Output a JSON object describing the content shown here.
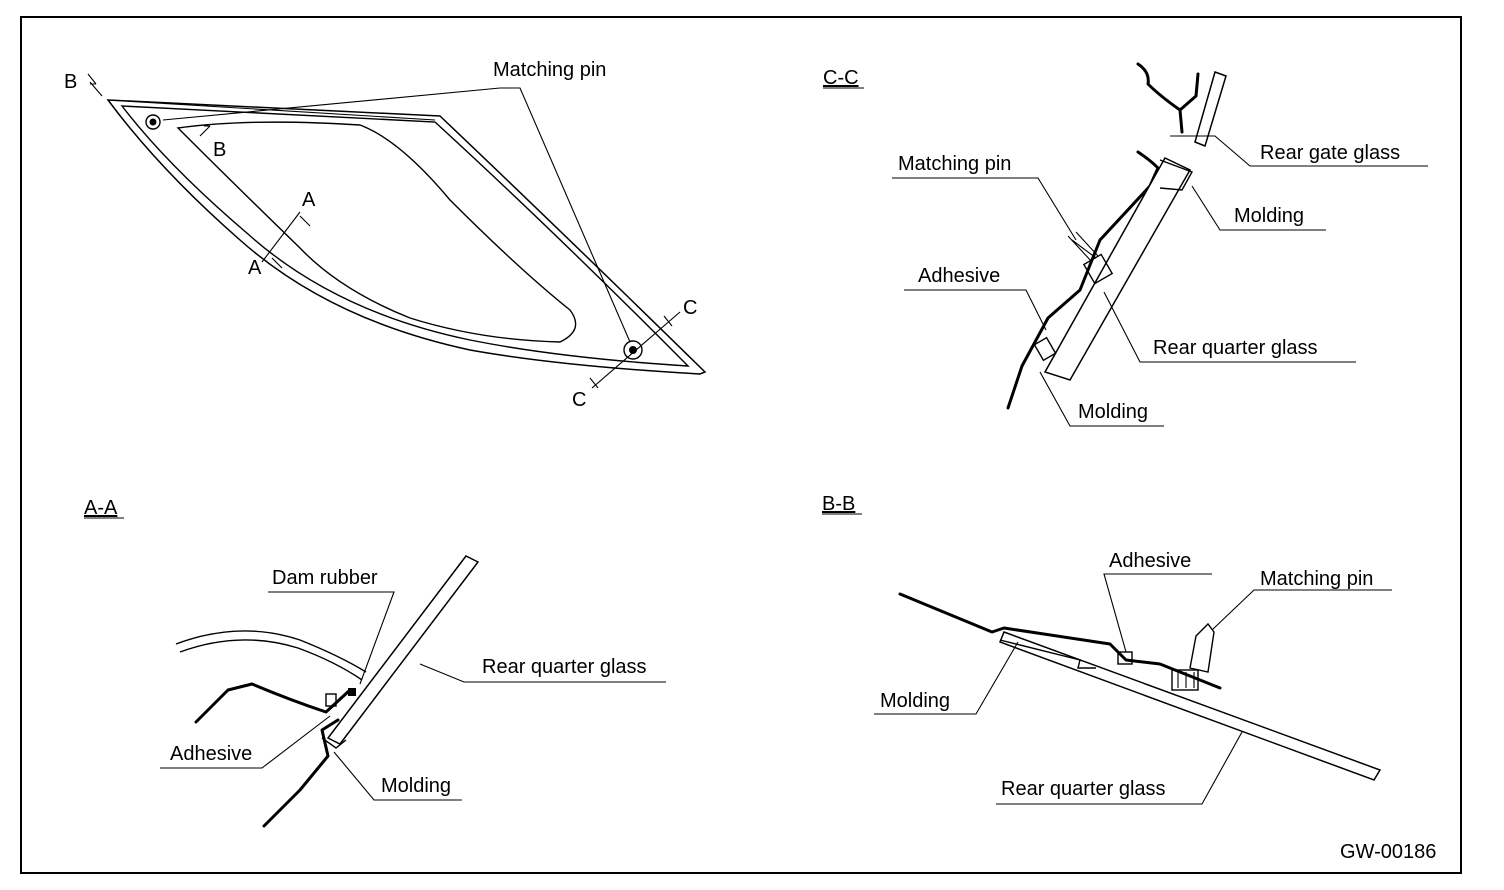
{
  "overview": {
    "matching_pin": "Matching pin",
    "marker_a": "A",
    "marker_b": "B",
    "marker_c": "C"
  },
  "section_cc": {
    "title": "C-C",
    "labels": {
      "rear_gate_glass": "Rear gate glass",
      "matching_pin": "Matching pin",
      "molding_top": "Molding",
      "adhesive": "Adhesive",
      "rear_quarter_glass": "Rear quarter glass",
      "molding_bottom": "Molding"
    }
  },
  "section_aa": {
    "title": "A-A",
    "labels": {
      "dam_rubber": "Dam rubber",
      "rear_quarter_glass": "Rear quarter glass",
      "adhesive": "Adhesive",
      "molding": "Molding"
    }
  },
  "section_bb": {
    "title": "B-B",
    "labels": {
      "adhesive": "Adhesive",
      "matching_pin": "Matching pin",
      "molding": "Molding",
      "rear_quarter_glass": "Rear quarter glass"
    }
  },
  "figure_id": "GW-00186"
}
